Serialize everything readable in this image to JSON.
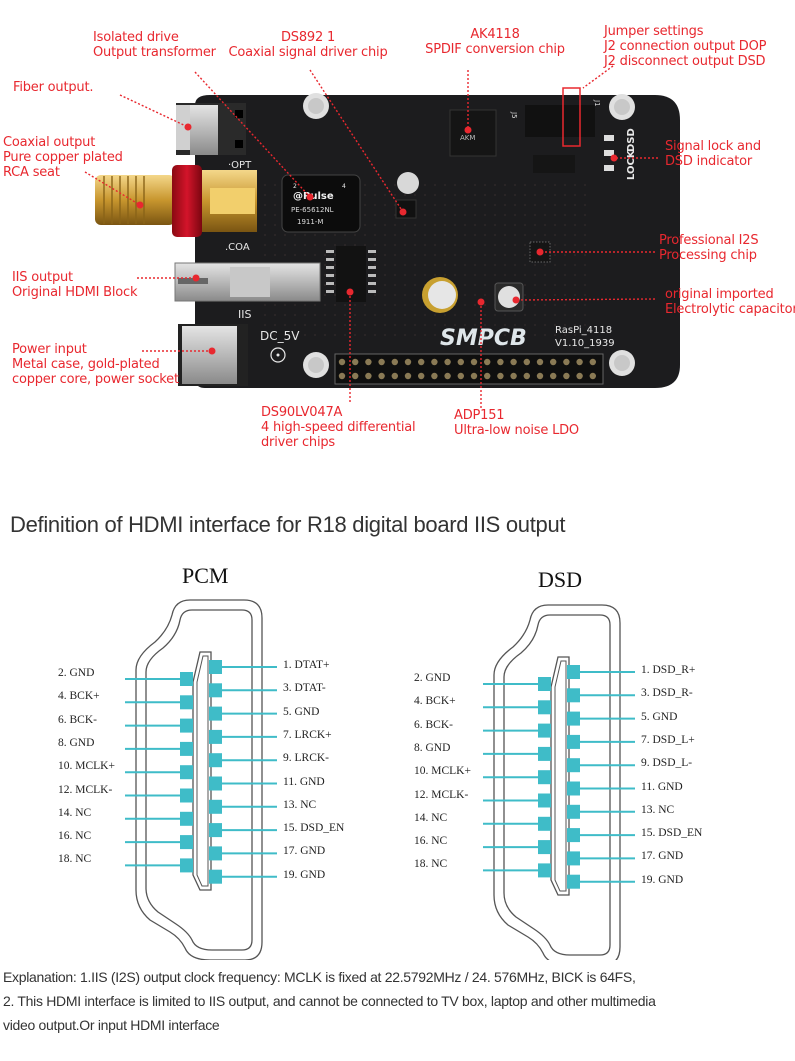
{
  "board": {
    "silkscreen": {
      "opt": "·OPT",
      "coa": ".COA",
      "iis": "IIS",
      "dc": "DC_5V",
      "lock": "LOCK",
      "dsd": "DSD",
      "j5": "J5",
      "j1": "J1",
      "logo": "SMPCB",
      "model": "RasPi_4118",
      "version": "V1.10_1939",
      "transformer_brand": "@Pulse",
      "transformer_part": "PE-65612NL",
      "transformer_code": "1911-M",
      "chip_akm": "AKM"
    },
    "callouts": [
      {
        "id": "fiber",
        "lines": [
          "Fiber output."
        ]
      },
      {
        "id": "transformer",
        "lines": [
          "Isolated drive",
          "Output transformer"
        ]
      },
      {
        "id": "ds8921",
        "lines": [
          "DS892 1",
          "Coaxial signal driver chip"
        ]
      },
      {
        "id": "ak4118",
        "lines": [
          "AK4118",
          "SPDIF conversion chip"
        ]
      },
      {
        "id": "jumper",
        "lines": [
          "Jumper settings",
          "J2 connection output DOP",
          "J2 disconnect output DSD"
        ]
      },
      {
        "id": "coaxial",
        "lines": [
          "Coaxial output",
          "Pure copper plated",
          "RCA seat"
        ]
      },
      {
        "id": "signal-lock",
        "lines": [
          "Signal lock and",
          "DSD indicator"
        ]
      },
      {
        "id": "i2s-chip",
        "lines": [
          "Professional I2S",
          "Processing chip"
        ]
      },
      {
        "id": "iis-output",
        "lines": [
          "IIS output",
          "Original HDMI Block"
        ]
      },
      {
        "id": "capacitor",
        "lines": [
          "original imported",
          "Electrolytic capacitor"
        ]
      },
      {
        "id": "power",
        "lines": [
          "Power input",
          "Metal case, gold-plated",
          "copper core, power socket"
        ]
      },
      {
        "id": "ds90lv047a",
        "lines": [
          "DS90LV047A",
          "4 high-speed differential",
          "driver chips"
        ]
      },
      {
        "id": "adp151",
        "lines": [
          "ADP151",
          "Ultra-low noise LDO"
        ]
      }
    ],
    "colors": {
      "callout": "#e8282f",
      "pcb": "#1c1c1e",
      "pin_accent": "#3fbcc8"
    }
  },
  "section_title": "Definition of HDMI interface for R18 digital board IIS output",
  "diagrams": [
    {
      "id": "pcm",
      "title": "PCM",
      "left_pins": [
        "2. GND",
        "4. BCK+",
        "6. BCK-",
        "8. GND",
        "10. MCLK+",
        "12. MCLK-",
        "14. NC",
        "16. NC",
        "18. NC"
      ],
      "right_pins": [
        "1. DTAT+",
        "3. DTAT-",
        "5. GND",
        "7. LRCK+",
        "9. LRCK-",
        "11. GND",
        "13. NC",
        "15. DSD_EN",
        "17. GND",
        "19. GND"
      ]
    },
    {
      "id": "dsd",
      "title": "DSD",
      "left_pins": [
        "2. GND",
        "4. BCK+",
        "6. BCK-",
        "8. GND",
        "10. MCLK+",
        "12. MCLK-",
        "14. NC",
        "16. NC",
        "18. NC"
      ],
      "right_pins": [
        "1. DSD_R+",
        "3. DSD_R-",
        "5. GND",
        "7. DSD_L+",
        "9. DSD_L-",
        "11. GND",
        "13. NC",
        "15. DSD_EN",
        "17. GND",
        "19. GND"
      ]
    }
  ],
  "explanation": [
    "Explanation: 1.IIS (I2S) output clock frequency: MCLK is fixed at 22.5792MHz / 24. 576MHz, BICK is 64FS,",
    "2. This HDMI interface is limited to IIS output, and cannot be connected to TV box, laptop and other multimedia",
    "video output.Or input HDMI interface"
  ]
}
